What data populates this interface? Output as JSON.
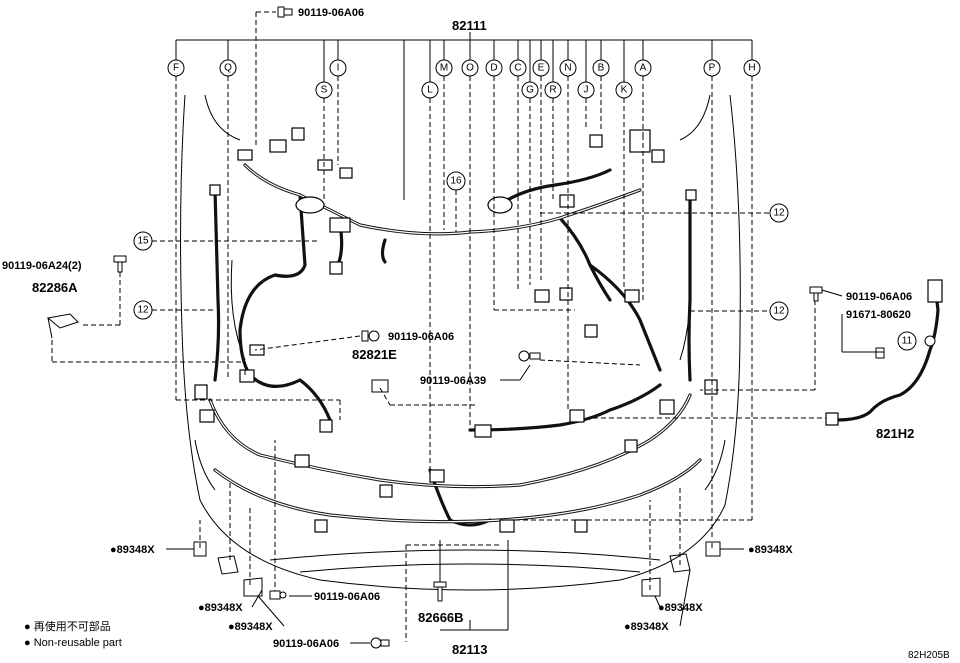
{
  "parts": {
    "main_harness": "82111",
    "sub_harness": "82113",
    "clamp_82286A": "82286A",
    "bracket_82821E": "82821E",
    "wire_821H2": "821H2",
    "bolt_82666B": "82666B",
    "bolt_top": "90119-06A06",
    "bolt_left": "90119-06A24(2)",
    "bolt_right": "90119-06A06",
    "bolt_mid": "90119-06A06",
    "bolt_mid2": "90119-06A39",
    "nut_right": "91671-80620",
    "bolt_bottom1": "90119-06A06",
    "bolt_bottom2": "90119-06A06",
    "clip_1": "●89348X",
    "clip_2": "●89348X",
    "clip_3": "●89348X",
    "clip_4": "●89348X",
    "clip_5": "●89348X",
    "clip_6": "●89348X"
  },
  "callouts": {
    "top_row": [
      "F",
      "Q",
      "I",
      "M",
      "O",
      "D",
      "C",
      "E",
      "N",
      "B",
      "A",
      "P",
      "H"
    ],
    "second_row": [
      "S",
      "L",
      "G",
      "R",
      "J",
      "K"
    ],
    "numbers": {
      "n15": "15",
      "n16": "16",
      "n12_left": "12",
      "n12_right_top": "12",
      "n12_right_mid": "12",
      "n11": "11"
    }
  },
  "legend": {
    "jp": "● 再使用不可部品",
    "en": "● Non-reusable part"
  },
  "diagram_code": "82H205B"
}
